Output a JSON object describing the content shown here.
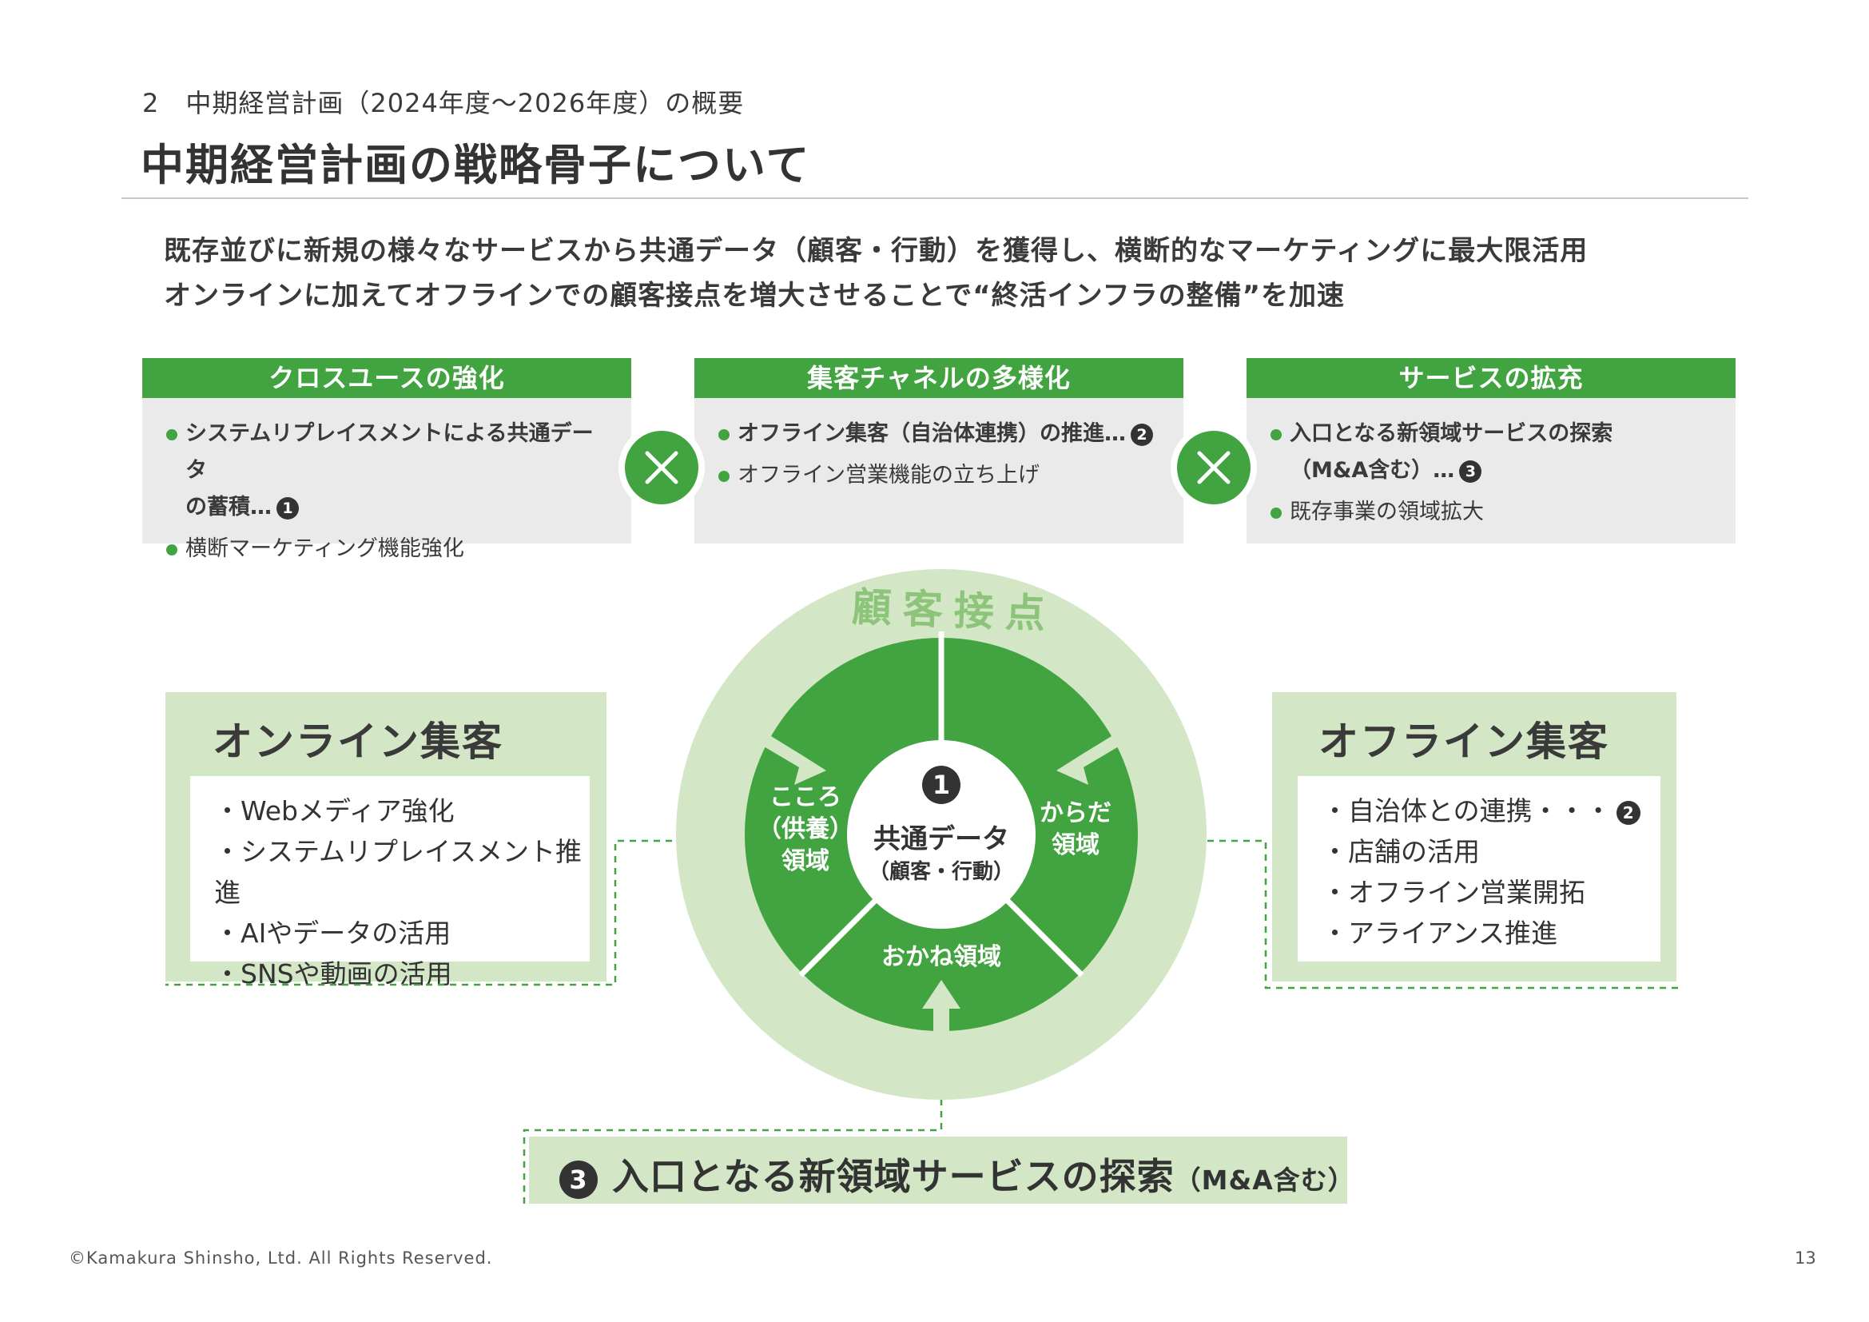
{
  "header": {
    "breadcrumb": "2　中期経営計画（2024年度〜2026年度）の概要",
    "title": "中期経営計画の戦略骨子について"
  },
  "lead": {
    "line1": "既存並びに新規の様々なサービスから共通データ（顧客・行動）を獲得し、横断的なマーケティングに最大限活用",
    "line2": "オンラインに加えてオフラインでの顧客接点を増大させることで“終活インフラの整備”を加速"
  },
  "cards": [
    {
      "title": "クロスユースの強化",
      "item1_line1": "システムリプレイスメントによる共通データ",
      "item1_line2": "の蓄積…",
      "item1_badge": "1",
      "item2": "横断マーケティング機能強化"
    },
    {
      "title": "集客チャネルの多様化",
      "item1": "オフライン集客（自治体連携）の推進…",
      "item1_badge": "2",
      "item2": "オフライン営業機能の立ち上げ"
    },
    {
      "title": "サービスの拡充",
      "item1_line1": "入口となる新領域サービスの探索",
      "item1_line2": "（M&A含む）…",
      "item1_badge": "3",
      "item2": "既存事業の領域拡大"
    }
  ],
  "diagram": {
    "ring_label": "顧客接点",
    "center_badge": "1",
    "center_title": "共通データ",
    "center_sub": "（顧客・行動）",
    "seg_left": [
      "こころ",
      "（供養）",
      "領域"
    ],
    "seg_right": [
      "からだ",
      "領域"
    ],
    "seg_bottom": "おかね領域"
  },
  "online": {
    "title": "オンライン集客",
    "items": [
      "・Webメディア強化",
      "・システムリプレイスメント推進",
      "・AIやデータの活用",
      "・SNSや動画の活用"
    ]
  },
  "offline": {
    "title": "オフライン集客",
    "item1": "・自治体との連携・・・",
    "item1_badge": "2",
    "items": [
      "・店舗の活用",
      "・オフライン営業開拓",
      "・アライアンス推進"
    ]
  },
  "bottom": {
    "badge": "3",
    "text": "入口となる新領域サービスの探索",
    "sub": "（M&A含む）"
  },
  "footer": {
    "copyright": "©Kamakura Shinsho, Ltd. All Rights Reserved.",
    "page": "13"
  },
  "colors": {
    "green": "#41a441",
    "light_green": "#d3e6c5",
    "card_gray": "#eaeaea"
  }
}
